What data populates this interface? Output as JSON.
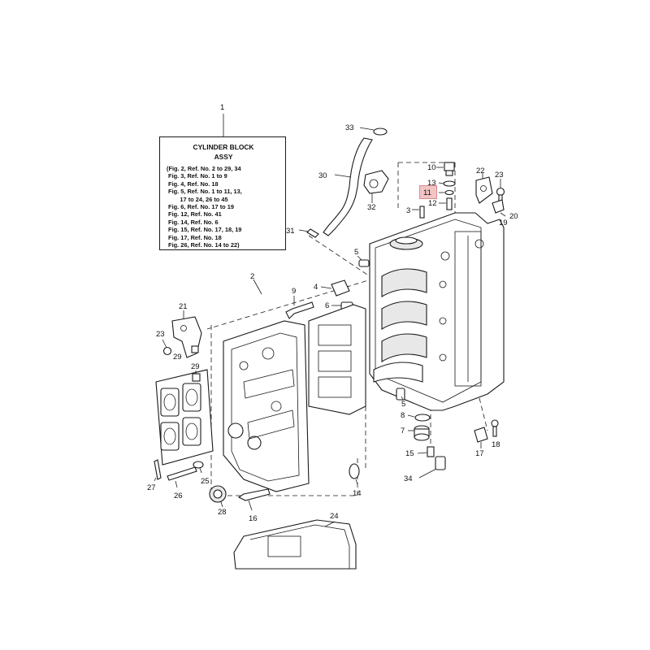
{
  "info_box": {
    "title_line1": "CYLINDER BLOCK",
    "title_line2": "ASSY",
    "refs": [
      "(Fig. 2, Ref. No. 2 to 29, 34",
      " Fig. 3, Ref. No. 1 to 9",
      " Fig. 4, Ref. No. 18",
      " Fig. 5, Ref. No. 1 to 11, 13,",
      "        17 to 24, 26 to 45",
      " Fig. 6, Ref. No. 17 to 19",
      " Fig. 12, Ref. No. 41",
      " Fig. 14, Ref. No. 6",
      " Fig. 15, Ref. No. 17, 18, 19",
      " Fig. 17, Ref. No. 18",
      " Fig. 26, Ref. No. 14 to 22)"
    ]
  },
  "highlighted_callout": "11",
  "highlight_color": "#f2c4c4",
  "callouts": {
    "c1": "1",
    "c2": "2",
    "c3": "3",
    "c4": "4",
    "c5a": "5",
    "c5b": "5",
    "c6": "6",
    "c7": "7",
    "c8": "8",
    "c9": "9",
    "c10": "10",
    "c11": "11",
    "c12": "12",
    "c13": "13",
    "c14": "14",
    "c15": "15",
    "c16": "16",
    "c17": "17",
    "c18": "18",
    "c19": "19",
    "c20": "20",
    "c21": "21",
    "c22": "22",
    "c23a": "23",
    "c23b": "23",
    "c24": "24",
    "c25": "25",
    "c26": "26",
    "c27": "27",
    "c28": "28",
    "c29a": "29",
    "c29b": "29",
    "c30": "30",
    "c31": "31",
    "c32": "32",
    "c33": "33",
    "c34": "34"
  }
}
